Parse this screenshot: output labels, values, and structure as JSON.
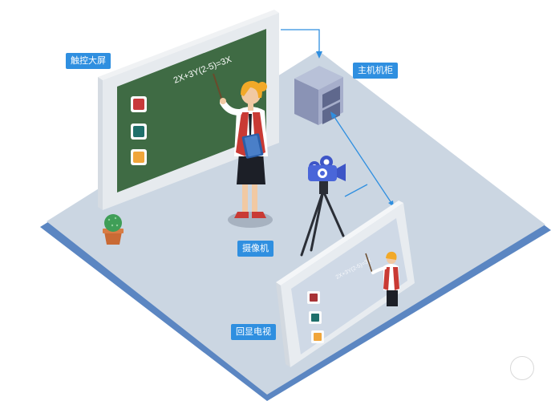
{
  "labels": {
    "touch_screen": "触控大屏",
    "host_cabinet": "主机机柜",
    "camera": "摄像机",
    "playback_tv": "回显电视"
  },
  "board": {
    "equation": "2X+3Y(2-5)=3X"
  },
  "tv": {
    "equation": "2X+3Y(2-5)=3X"
  },
  "colors": {
    "floor": "#c8d3df",
    "floor_edge": "#5b86c2",
    "board_green": "#3f6b44",
    "arrow_blue": "#2f8fe0",
    "tag_blue": "#2f8fe0"
  }
}
